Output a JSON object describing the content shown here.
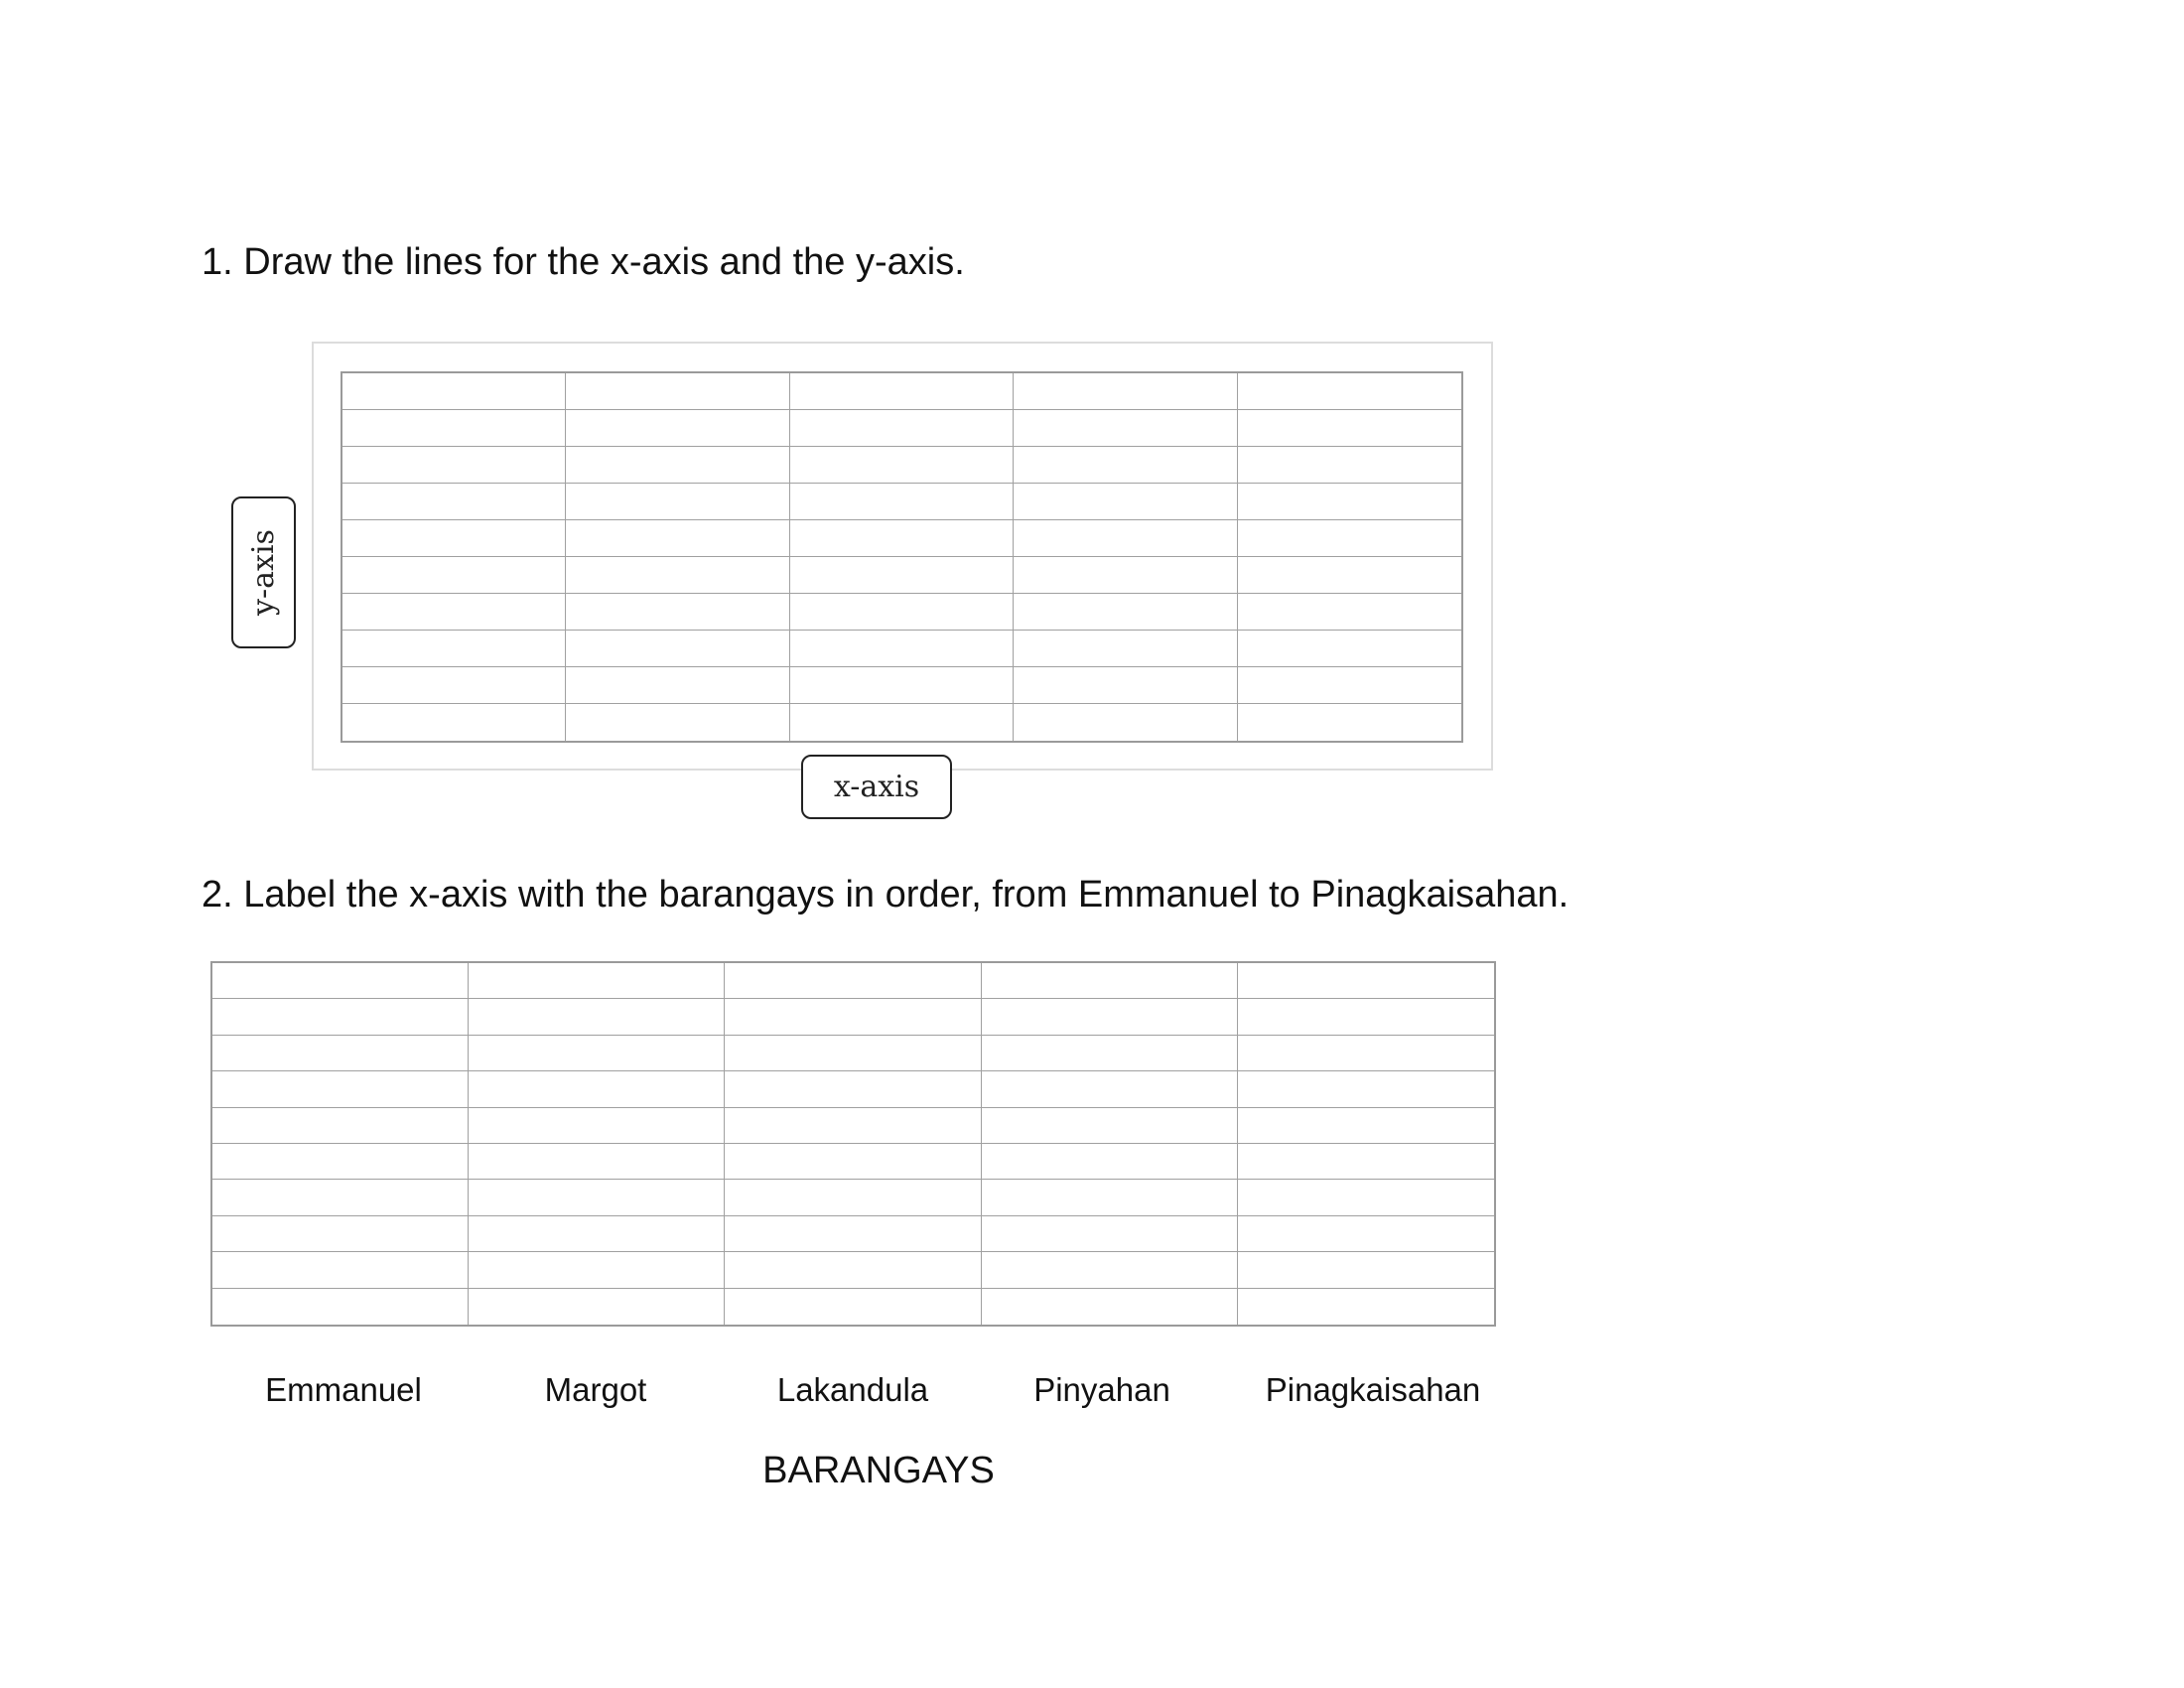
{
  "instructions": {
    "step1": "1. Draw the lines for the x-axis and the y-axis.",
    "step2": "2. Label the x-axis with the barangays in order, from Emmanuel to Pinagkaisahan."
  },
  "figure1": {
    "x_tag": "x-axis",
    "y_tag": "y-axis",
    "grid_columns": 5,
    "grid_rows": 10
  },
  "figure2": {
    "grid_columns": 5,
    "grid_rows": 10,
    "barangays": [
      "Emmanuel",
      "Margot",
      "Lakandula",
      "Pinyahan",
      "Pinagkaisahan"
    ],
    "x_title": "BARANGAYS"
  }
}
